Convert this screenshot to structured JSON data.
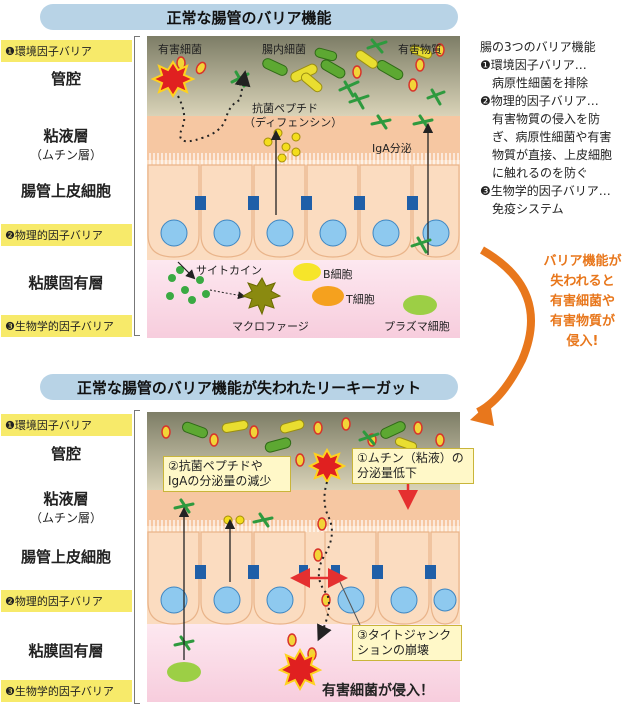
{
  "section1": {
    "title": "正常な腸管のバリア機能",
    "tags": [
      "❶環境因子バリア",
      "❷物理的因子バリア",
      "❸生物学的因子バリア"
    ],
    "layers": {
      "lumen": "管腔",
      "mucus": "粘液層",
      "mucus_sub": "（ムチン層）",
      "epithelium": "腸管上皮細胞",
      "lamina": "粘膜固有層"
    },
    "labels": {
      "harmful_bacteria": "有害細菌",
      "gut_bacteria": "腸内細菌",
      "harmful_substance": "有害物質",
      "peptide": "抗菌ペプチド",
      "peptide_sub": "（ディフェンシン）",
      "iga": "IgA分泌",
      "cytokine": "サイトカイン",
      "macrophage": "マクロファージ",
      "b_cell": "B細胞",
      "t_cell": "T細胞",
      "plasma": "プラズマ細胞"
    }
  },
  "side_panel": {
    "heading": "腸の3つのバリア機能",
    "lines": [
      "❶環境因子バリア…",
      "　病原性細菌を排除",
      "❷物理的因子バリア…",
      "　有害物質の侵入を防",
      "　ぎ、病原性細菌や有害",
      "　物質が直接、上皮細胞",
      "　に触れるのを防ぐ",
      "❸生物学的因子バリア…",
      "　免疫システム"
    ]
  },
  "transition_text": [
    "バリア機能が",
    "失われると",
    "有害細菌や",
    "有害物質が",
    "侵入!"
  ],
  "section2": {
    "title": "正常な腸管のバリア機能が失われたリーキーガット",
    "tags": [
      "❶環境因子バリア",
      "❷物理的因子バリア",
      "❸生物学的因子バリア"
    ],
    "layers": {
      "lumen": "管腔",
      "mucus": "粘液層",
      "mucus_sub": "（ムチン層）",
      "epithelium": "腸管上皮細胞",
      "lamina": "粘膜固有層"
    },
    "callouts": {
      "c1_line1": "①ムチン（粘液）の",
      "c1_line2": "分泌量低下",
      "c2_line1": "②抗菌ペプチドや",
      "c2_line2": "IgAの分泌量の減少",
      "c3_line1": "③タイトジャンク",
      "c3_line2": "ションの崩壊"
    },
    "invade": "有害細菌が侵入！"
  },
  "colors": {
    "lumen_top": "#8a8a72",
    "mucus": "#f7c9a3",
    "epithelium": "#fbe0c6",
    "lamina": "#fbe4ee",
    "nucleus": "#8ec9ef",
    "junction": "#1f5fa8",
    "green_bacteria": "#5da832",
    "yellow_bacteria": "#e9de30",
    "orange": "#e8771c",
    "title_bar": "#b8d3e6",
    "tag": "#f7ea6a"
  }
}
